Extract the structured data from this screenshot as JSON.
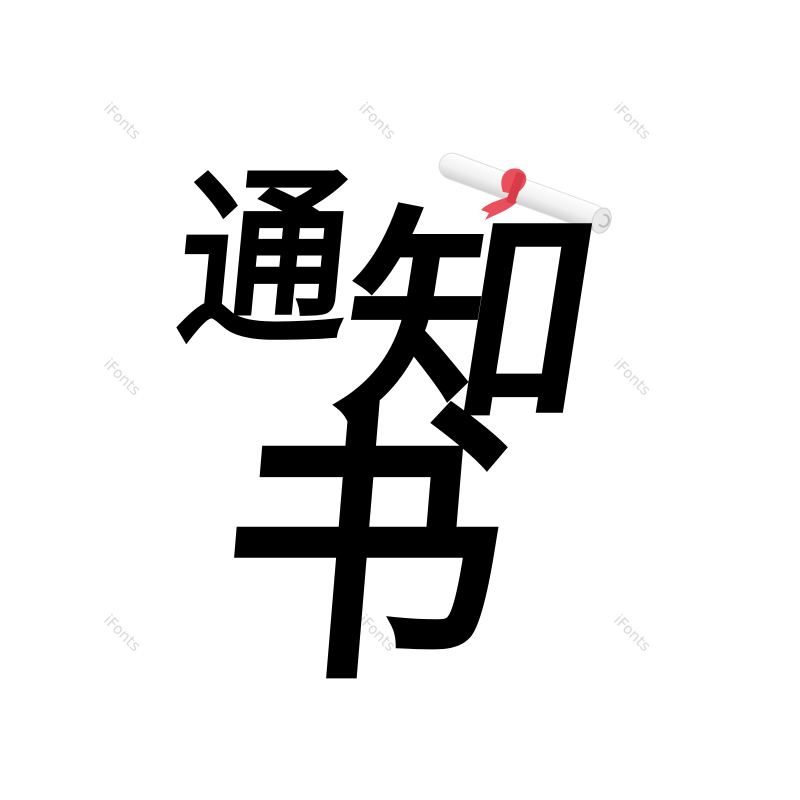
{
  "artwork": {
    "characters": [
      "通",
      "知",
      "书"
    ]
  },
  "watermark": {
    "text": "iFonts"
  },
  "decoration": {
    "scroll_color": "#f2f2f2",
    "ribbon_color": "#e8505b"
  }
}
